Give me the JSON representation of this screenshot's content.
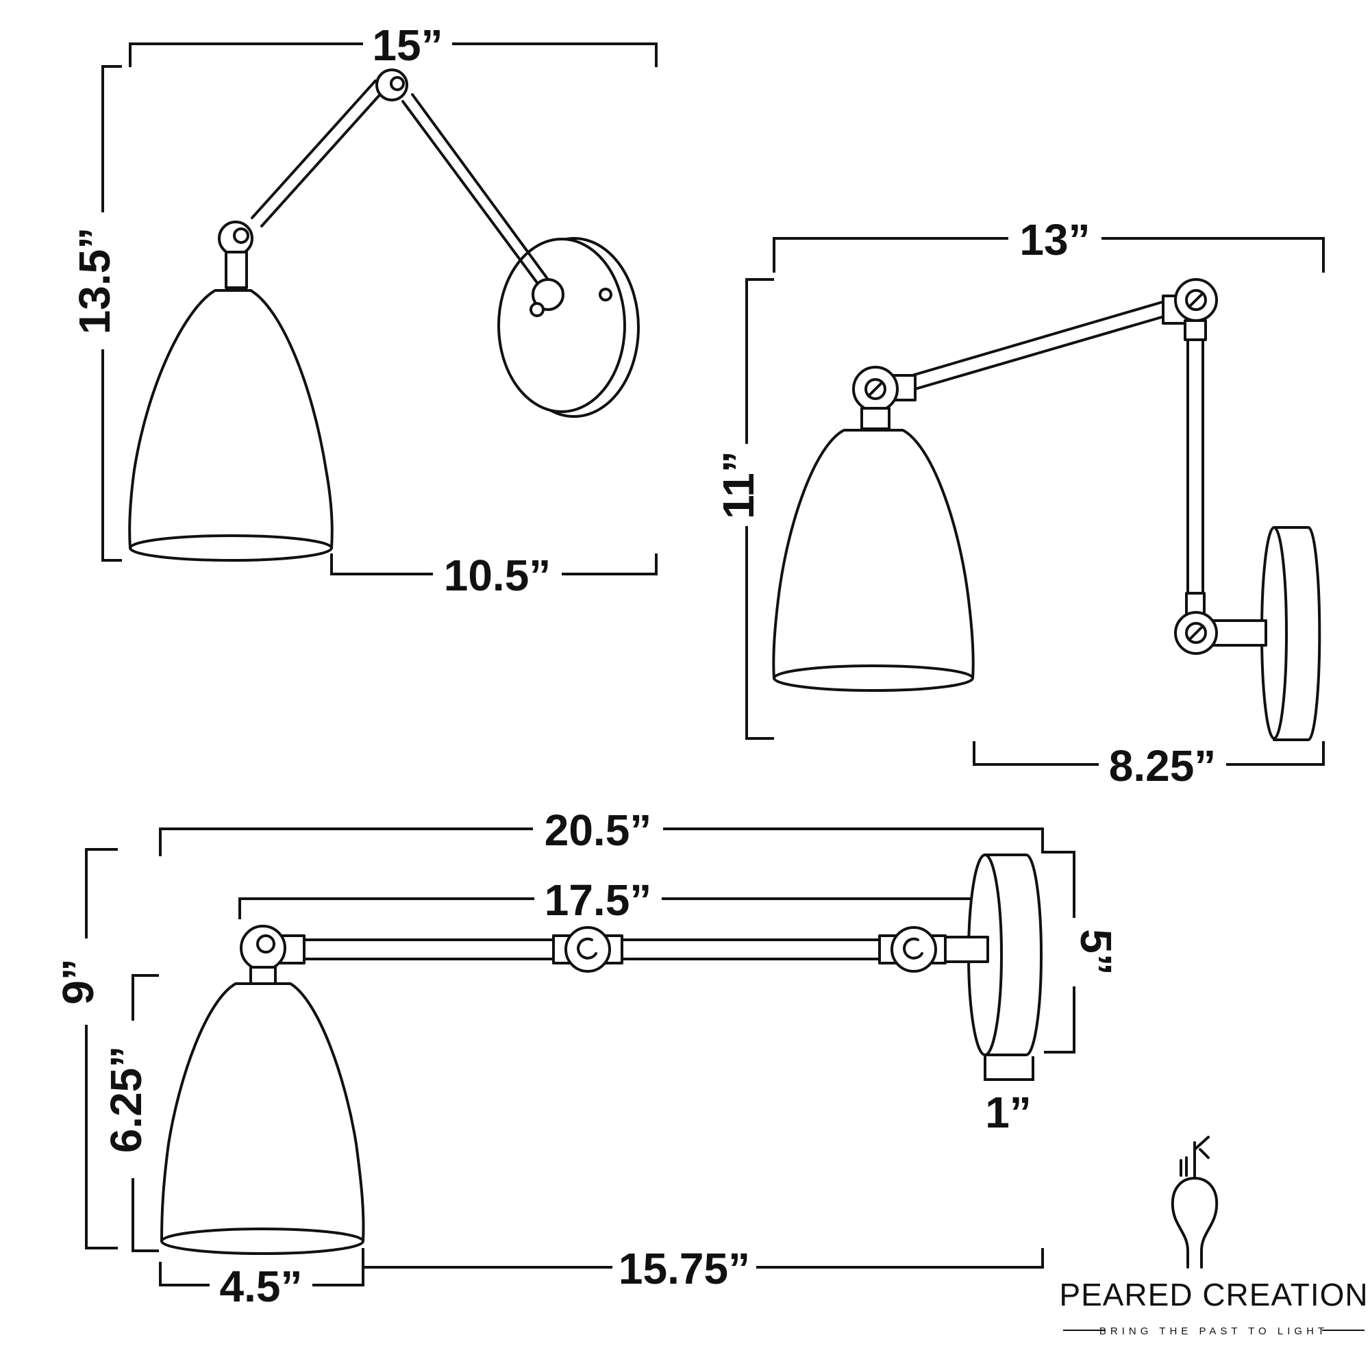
{
  "diagram_1": {
    "width_label": "15”",
    "height_label": "13.5”",
    "extension_label": "10.5”"
  },
  "diagram_2": {
    "width_label": "13”",
    "height_label": "11”",
    "extension_label": "8.25”"
  },
  "diagram_3": {
    "overall_width_label": "20.5”",
    "arm_length_label": "17.5”",
    "overall_height_label": "9”",
    "shade_height_label": "6.25”",
    "plate_height_label": "5”",
    "plate_depth_label": "1”",
    "shade_width_label": "4.5”",
    "extension_label": "15.75”"
  },
  "logo": {
    "brand_name": "PEARED CREATION",
    "tagline": "BRING THE PAST TO LIGHT"
  }
}
